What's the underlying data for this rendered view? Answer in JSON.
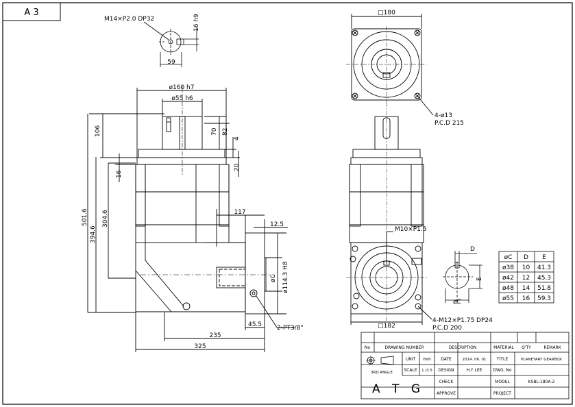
{
  "sheet": {
    "size": "A 3"
  },
  "top_view": {
    "thread": "M14×P2.0 DP32",
    "key_h": "16 h9",
    "width": "59"
  },
  "side_view": {
    "d160": "ø160 h7",
    "d55": "ø55 h6",
    "h106": "106",
    "h70": "70",
    "h82": "82",
    "h4": "4",
    "h20": "20",
    "h16": "16",
    "h501": "501.6",
    "h394": "394.6",
    "h304": "304.6",
    "w117": "117",
    "w12": "12.5",
    "dC": "øC",
    "d114": "ø114.3 H8",
    "w45": "45.5",
    "pt": "2-PT3/8\"",
    "w235": "235",
    "w325": "325"
  },
  "right_view": {
    "sq180": "□180",
    "holes": "4-ø13",
    "pcd1": "P.C.D 215",
    "m10": "M10×P1.5",
    "m12": "4-M12×P1.75 DP24",
    "pcd2": "P.C.D 200",
    "sq182": "□182"
  },
  "shaft_detail": {
    "d": "D",
    "e": "E",
    "c": "øC"
  },
  "table": {
    "headers": [
      "øC",
      "D",
      "E"
    ],
    "rows": [
      [
        "ø38",
        "10",
        "41.3"
      ],
      [
        "ø42",
        "12",
        "45.3"
      ],
      [
        "ø48",
        "14",
        "51.8"
      ],
      [
        "ø55",
        "16",
        "59.3"
      ]
    ]
  },
  "title_block": {
    "no": "No",
    "drawing_number": "DRAWING NUMBER",
    "description": "DESCRIPTION",
    "material": "MATERIAL",
    "qty": "Q'TY",
    "remark": "REMARK",
    "angle": "3RD ANGLE",
    "unit": "UNIT",
    "unit_val": "mm",
    "scale": "SCALE",
    "scale_val": "1 /3.5",
    "date": "DATE",
    "date_val": "2014. 06. 01",
    "design": "DESIGN",
    "design_val": "H.Y LEE",
    "check": "CHECK",
    "approve": "APPROVE",
    "title": "TITLE",
    "title_val": "PLANETARY GEARBOX",
    "dwg_no": "DWG. No",
    "model": "MODEL",
    "model_val": "KSBL-180A-2",
    "project": "PROJECT",
    "logo": "A T G"
  }
}
